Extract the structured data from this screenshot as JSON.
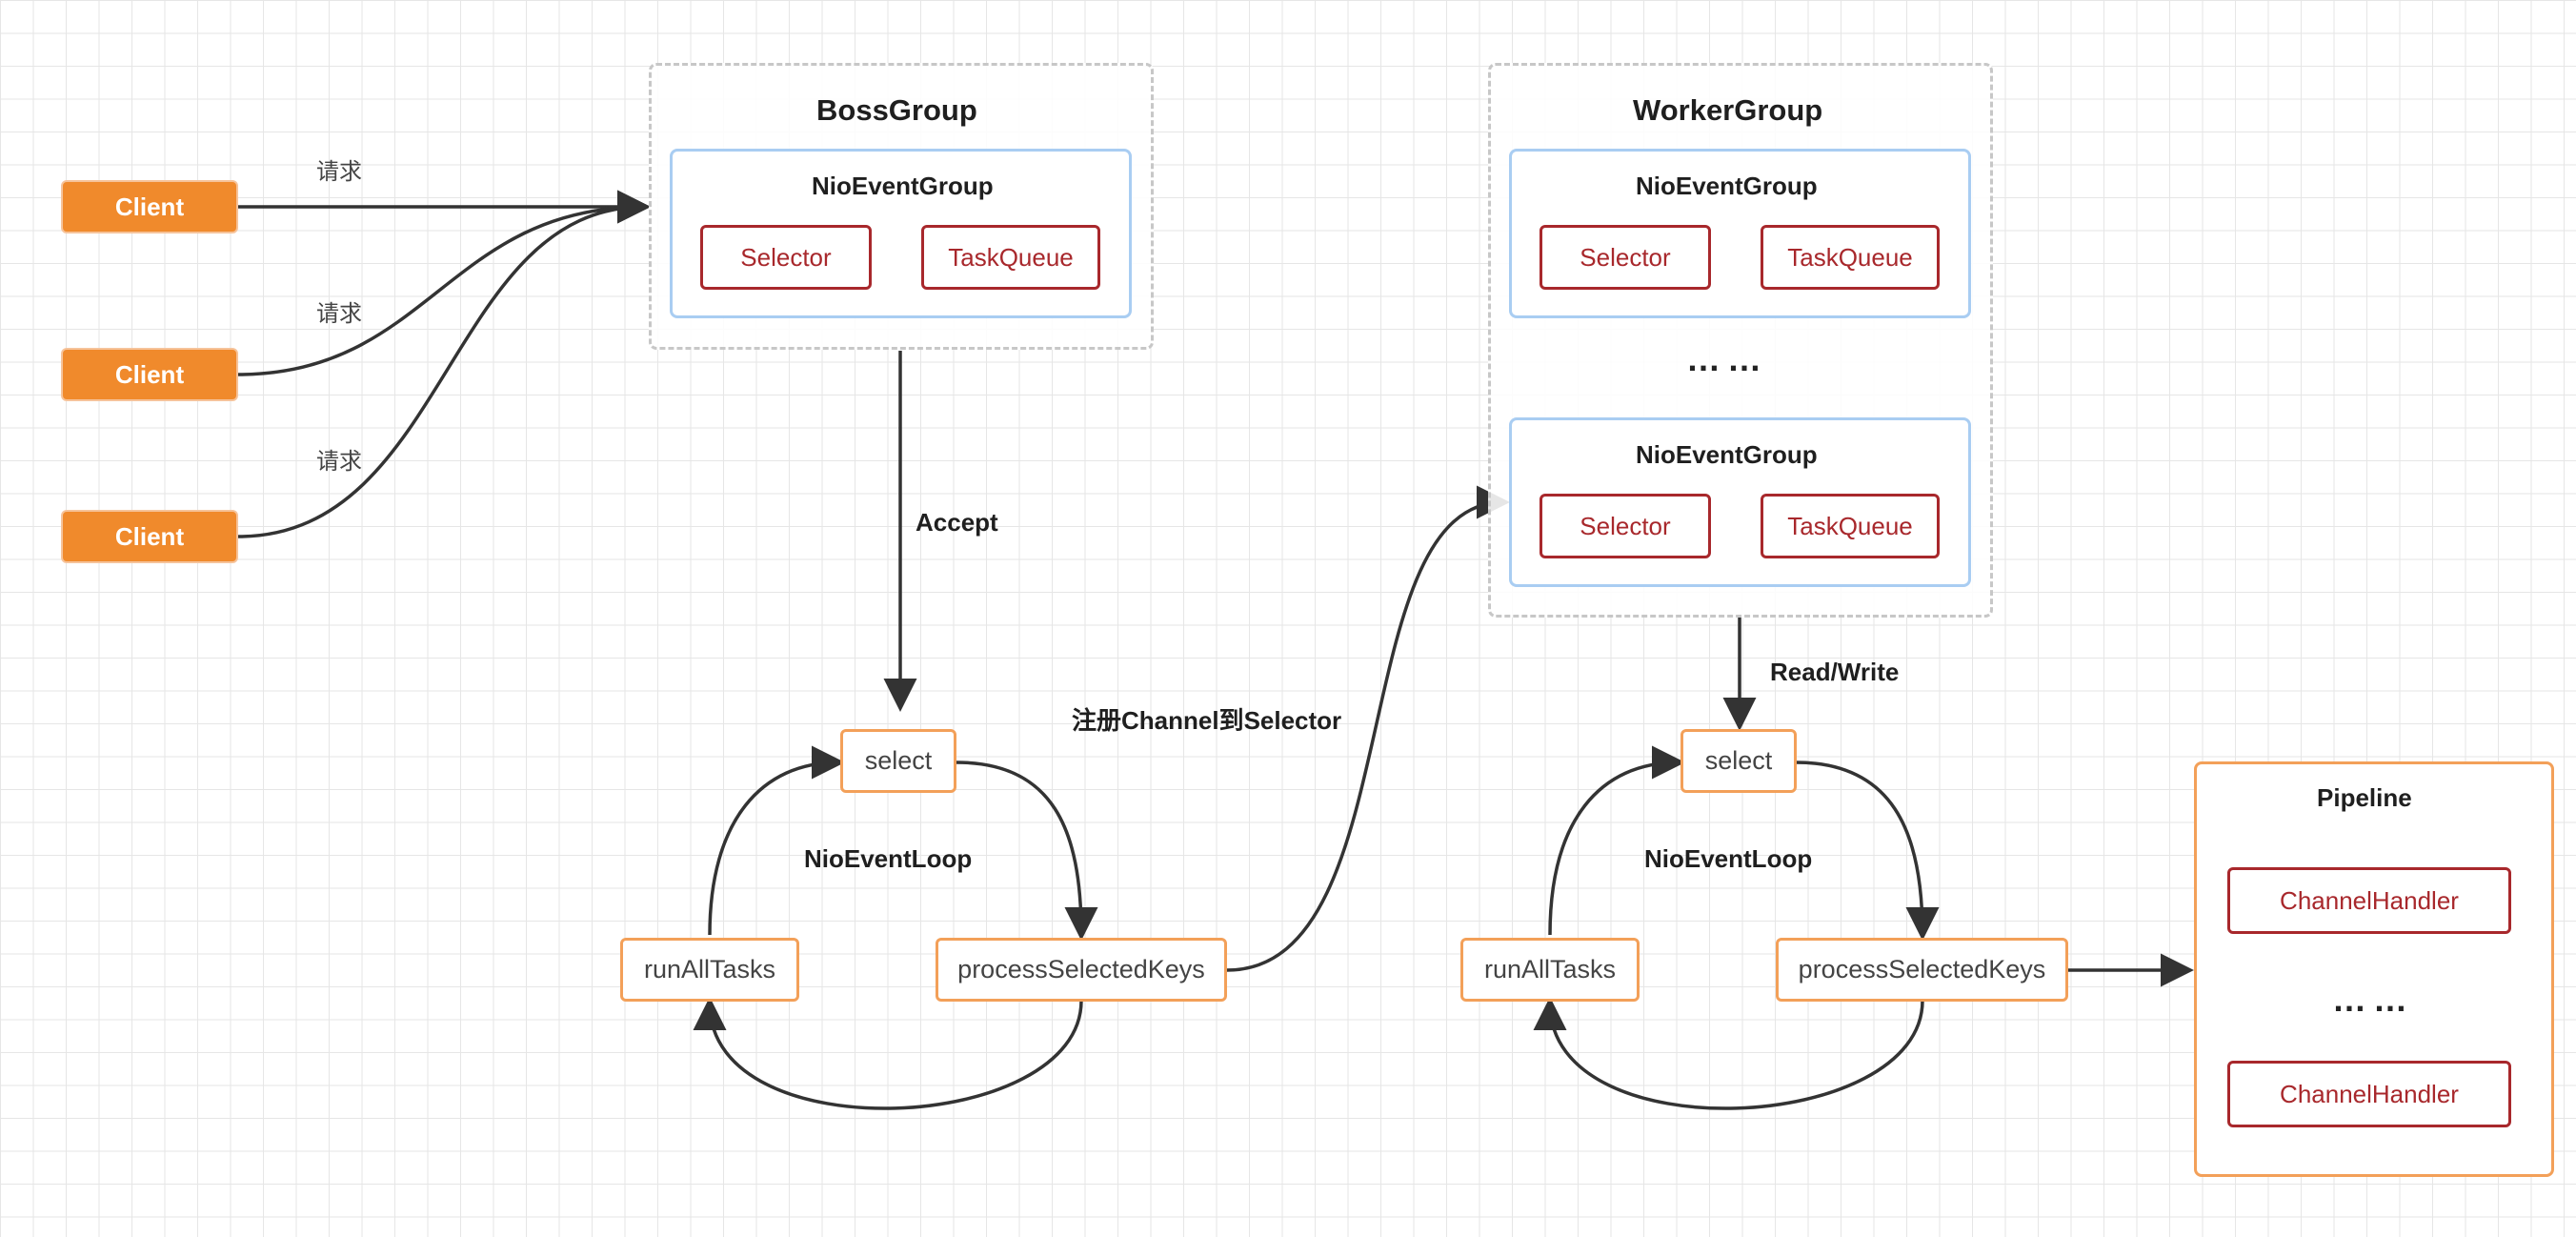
{
  "clients": [
    {
      "label": "Client",
      "request_label": "请求"
    },
    {
      "label": "Client",
      "request_label": "请求"
    },
    {
      "label": "Client",
      "request_label": "请求"
    }
  ],
  "boss_group": {
    "title": "BossGroup",
    "event_group": {
      "title": "NioEventGroup",
      "selector": "Selector",
      "task_queue": "TaskQueue"
    }
  },
  "worker_group": {
    "title": "WorkerGroup",
    "event_groups": [
      {
        "title": "NioEventGroup",
        "selector": "Selector",
        "task_queue": "TaskQueue"
      },
      {
        "title": "NioEventGroup",
        "selector": "Selector",
        "task_queue": "TaskQueue"
      }
    ],
    "ellipsis": "……"
  },
  "boss_loop": {
    "title": "NioEventLoop",
    "select": "select",
    "process": "processSelectedKeys",
    "run_tasks": "runAllTasks"
  },
  "worker_loop": {
    "title": "NioEventLoop",
    "select": "select",
    "process": "processSelectedKeys",
    "run_tasks": "runAllTasks"
  },
  "edge_labels": {
    "accept": "Accept",
    "register": "注册Channel到Selector",
    "read_write": "Read/Write"
  },
  "pipeline": {
    "title": "Pipeline",
    "handlers": [
      "ChannelHandler",
      "ChannelHandler"
    ],
    "ellipsis": "……"
  },
  "colors": {
    "client_fill": "#f08a2c",
    "selector_border": "#a8282c",
    "nio_group_border": "#a9cdf2",
    "loop_node_border": "#f3a059",
    "edge_stroke": "#333333"
  }
}
